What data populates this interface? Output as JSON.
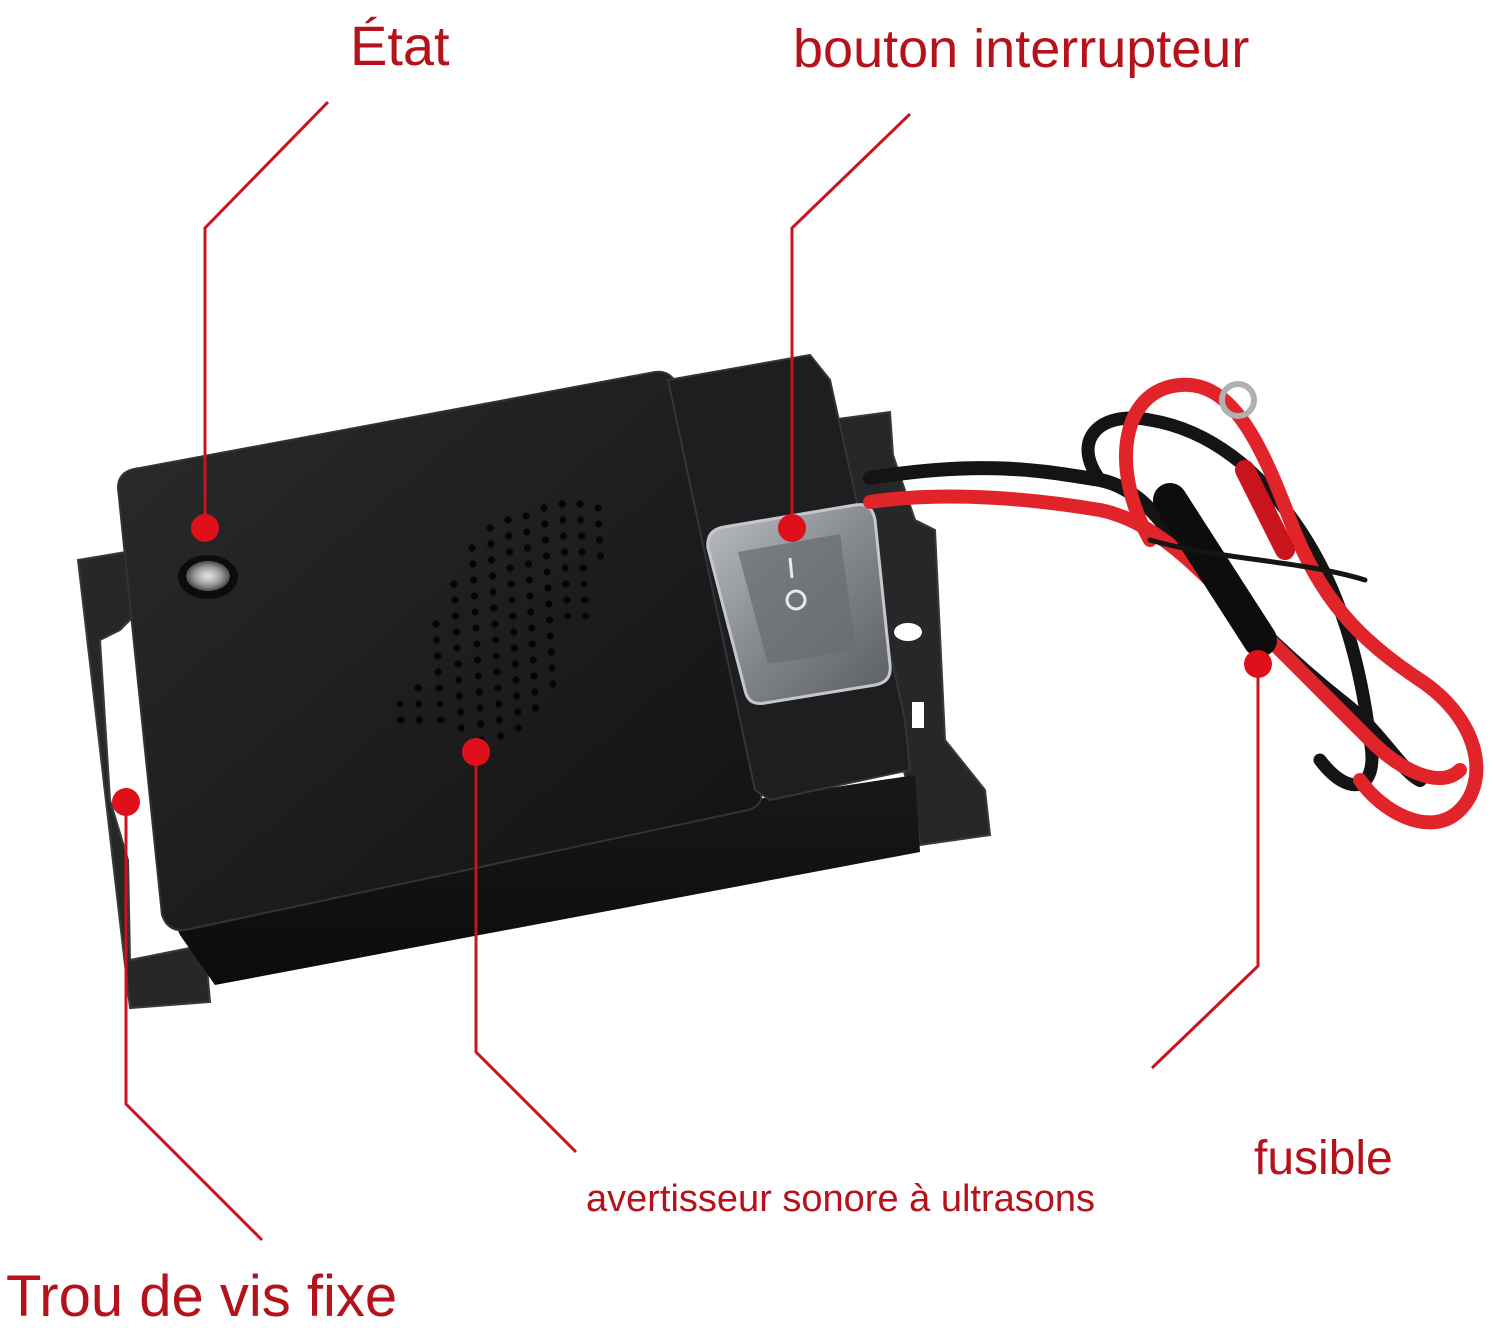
{
  "labels": {
    "status": "État",
    "switch_button": "bouton interrupteur",
    "fuse": "fusible",
    "ultrasonic_buzzer": "avertisseur sonore à ultrasons",
    "screw_hole": "Trou de vis fixe"
  },
  "colors": {
    "annotation": "#b5121b",
    "callout_line": "#c8141c",
    "callout_dot": "#e0101a",
    "device_body": "#1c1c1e",
    "device_edge": "#2c2c2f",
    "bracket": "#2a2a2c",
    "wire_red": "#e0242a",
    "wire_black": "#141414",
    "switch_cover": "#9a9ea3"
  }
}
